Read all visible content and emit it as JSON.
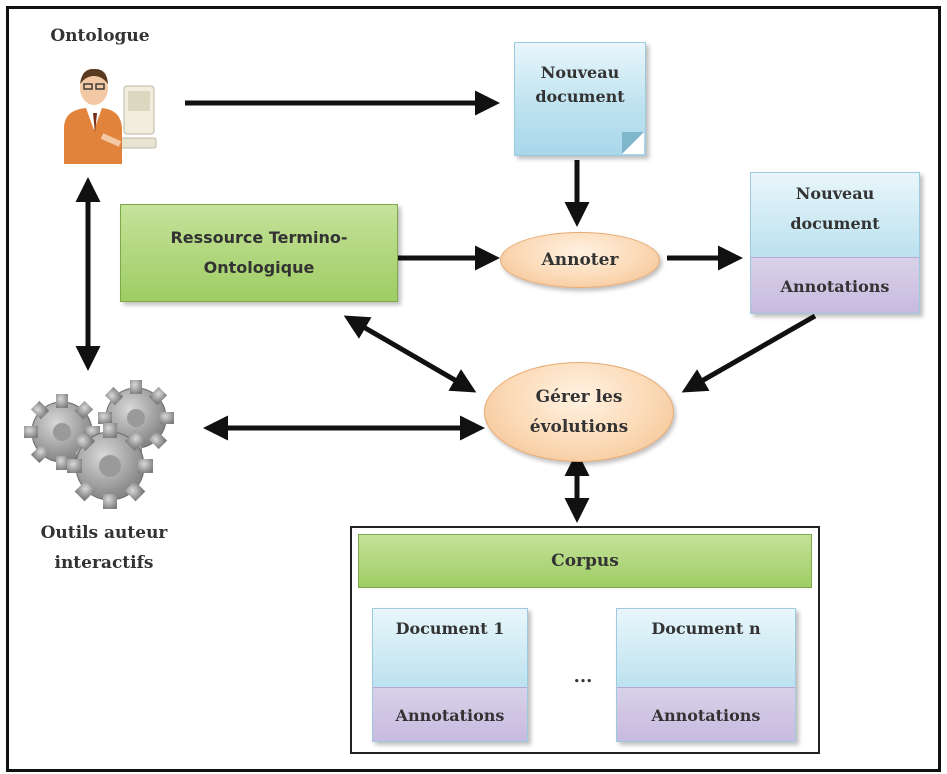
{
  "nodes": {
    "ontologue": "Ontologue",
    "nouveau_document_top": {
      "line1": "Nouveau",
      "line2": "document"
    },
    "ressource": {
      "line1": "Ressource Termino-",
      "line2": "Ontologique"
    },
    "annoter": "Annoter",
    "nouveau_document_right": {
      "line1": "Nouveau",
      "line2": "document",
      "annotations": "Annotations"
    },
    "gerer": {
      "line1": "Gérer les",
      "line2": "évolutions"
    },
    "outils": {
      "line1": "Outils auteur",
      "line2": "interactifs"
    },
    "corpus": {
      "title": "Corpus",
      "doc1": {
        "title": "Document 1",
        "annotations": "Annotations"
      },
      "ellipsis": "...",
      "docn": {
        "title": "Document n",
        "annotations": "Annotations"
      }
    }
  },
  "icons": {
    "person": "person-at-computer-icon",
    "gears": "gears-icon"
  },
  "colors": {
    "green": "#a8d26f",
    "doc_blue": "#bfe3f0",
    "annotation_purple": "#cfc4e4",
    "oval_orange": "#fbd9b5"
  }
}
